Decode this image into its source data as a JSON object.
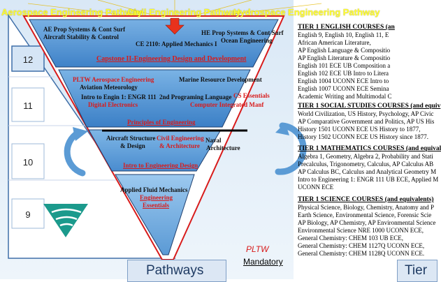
{
  "pathways": [
    {
      "label": "Aerospace Engineering Pathway"
    },
    {
      "label": "Civil Engineering Pathway"
    },
    {
      "label": "Hydrospace Engineering Pathway"
    }
  ],
  "grades": [
    "12",
    "11",
    "10",
    "9"
  ],
  "funnel": {
    "band12": {
      "left_title": "AE Prop Systems & Cont Surf",
      "left_sub": "Aircraft Stability & Control",
      "center": "CE 2110: Applied Mechanics I",
      "right_title": "HE Prop Systems & Cont Surf",
      "right_sub": "Ocean Engineering",
      "capstone": "Capstone II-Engineering Design and Development"
    },
    "band11": {
      "pltw_ae": "PLTW Aerospace Engineering",
      "aviation": "Aviation Meteorology",
      "marine": "Marine Resource Development",
      "intro": "Intro to Engin 1: ENGR 111",
      "prog": "2nd Programing Language",
      "cs": "CS Essentials",
      "digital": "Digital Electronics",
      "cim": "Computer Integrated Manf",
      "principles": "Principles of Engineering"
    },
    "band10": {
      "aircraft": "Aircraft Structure",
      "design": "& Design",
      "civil": "Civil Engineering",
      "arch": "& Architecture",
      "naval": "Naval",
      "naval2": "Architecture",
      "ied": "Intro to Engineering Design"
    },
    "band9": {
      "fluid": "Applied Fluid Mechanics",
      "eng_ess": "Engineering",
      "eng_ess2": "Essentials"
    }
  },
  "legend": {
    "pltw": "PLTW",
    "mandatory": "Mandatory"
  },
  "footer": {
    "pathways": "Pathways",
    "tier": "Tier"
  },
  "tiers": {
    "english": {
      "heading": "TIER 1 ENGLISH COURSES (an",
      "lines": [
        "English 9, English 10, English 11, E",
        "African American Literature,",
        "AP English Language & Compositio",
        "AP English Literature & Compositio",
        "English 101 ECE UB Composition a",
        "English 102 ECE UB Intro to Litera",
        "English 1004 UCONN ECE Intro to",
        "English 1007 UCONN ECE Semina",
        "Academic Writing and Multimodal C"
      ]
    },
    "social": {
      "heading": "TIER 1 SOCIAL STUDIES COURSES (and equiv",
      "lines": [
        "World Civilization, US History, Psychology, AP Civic",
        "AP Comparative Government and Politics, AP US His",
        "History 1501 UCONN ECE US History to 1877,",
        "History 1502 UCONN ECE US History since 1877."
      ]
    },
    "math": {
      "heading": "TIER 1 MATHEMATICS COURSES (and equival",
      "lines": [
        "Algebra 1, Geometry, Algebra 2, Probability and Stati",
        "Precalculus, Trigonometry, Calculus, AP Calculus AB",
        "AP Calculus BC, Calculus and Analytical Geometry M",
        "Intro to Engineering 1: ENGR 111 UB ECE, Applied M",
        "UCONN ECE"
      ]
    },
    "science": {
      "heading": "TIER 1 SCIENCE COURSES (and equivalents)",
      "lines": [
        "Physical Science, Biology, Chemistry, Anatomy and P",
        "Earth Science, Environmental Science, Forensic Scie",
        "AP Biology, AP Chemistry, AP Environmental Science",
        "Environmental Science NRE 1000 UCONN ECE,",
        "General Chemistry: CHEM 103 UB ECE,",
        "General Chemistry: CHEM 1127Q UCONN ECE,",
        "General Chemistry: CHEM 1128Q UCONN ECE."
      ]
    }
  },
  "colors": {
    "band12": "#5b9bd5",
    "band11": "#4f8fd0",
    "band10": "#5494d2",
    "band9": "#6aa8dc",
    "pathway_text": "#ffff33",
    "red": "#d81b1b",
    "arrow_red": "#e8321c"
  }
}
